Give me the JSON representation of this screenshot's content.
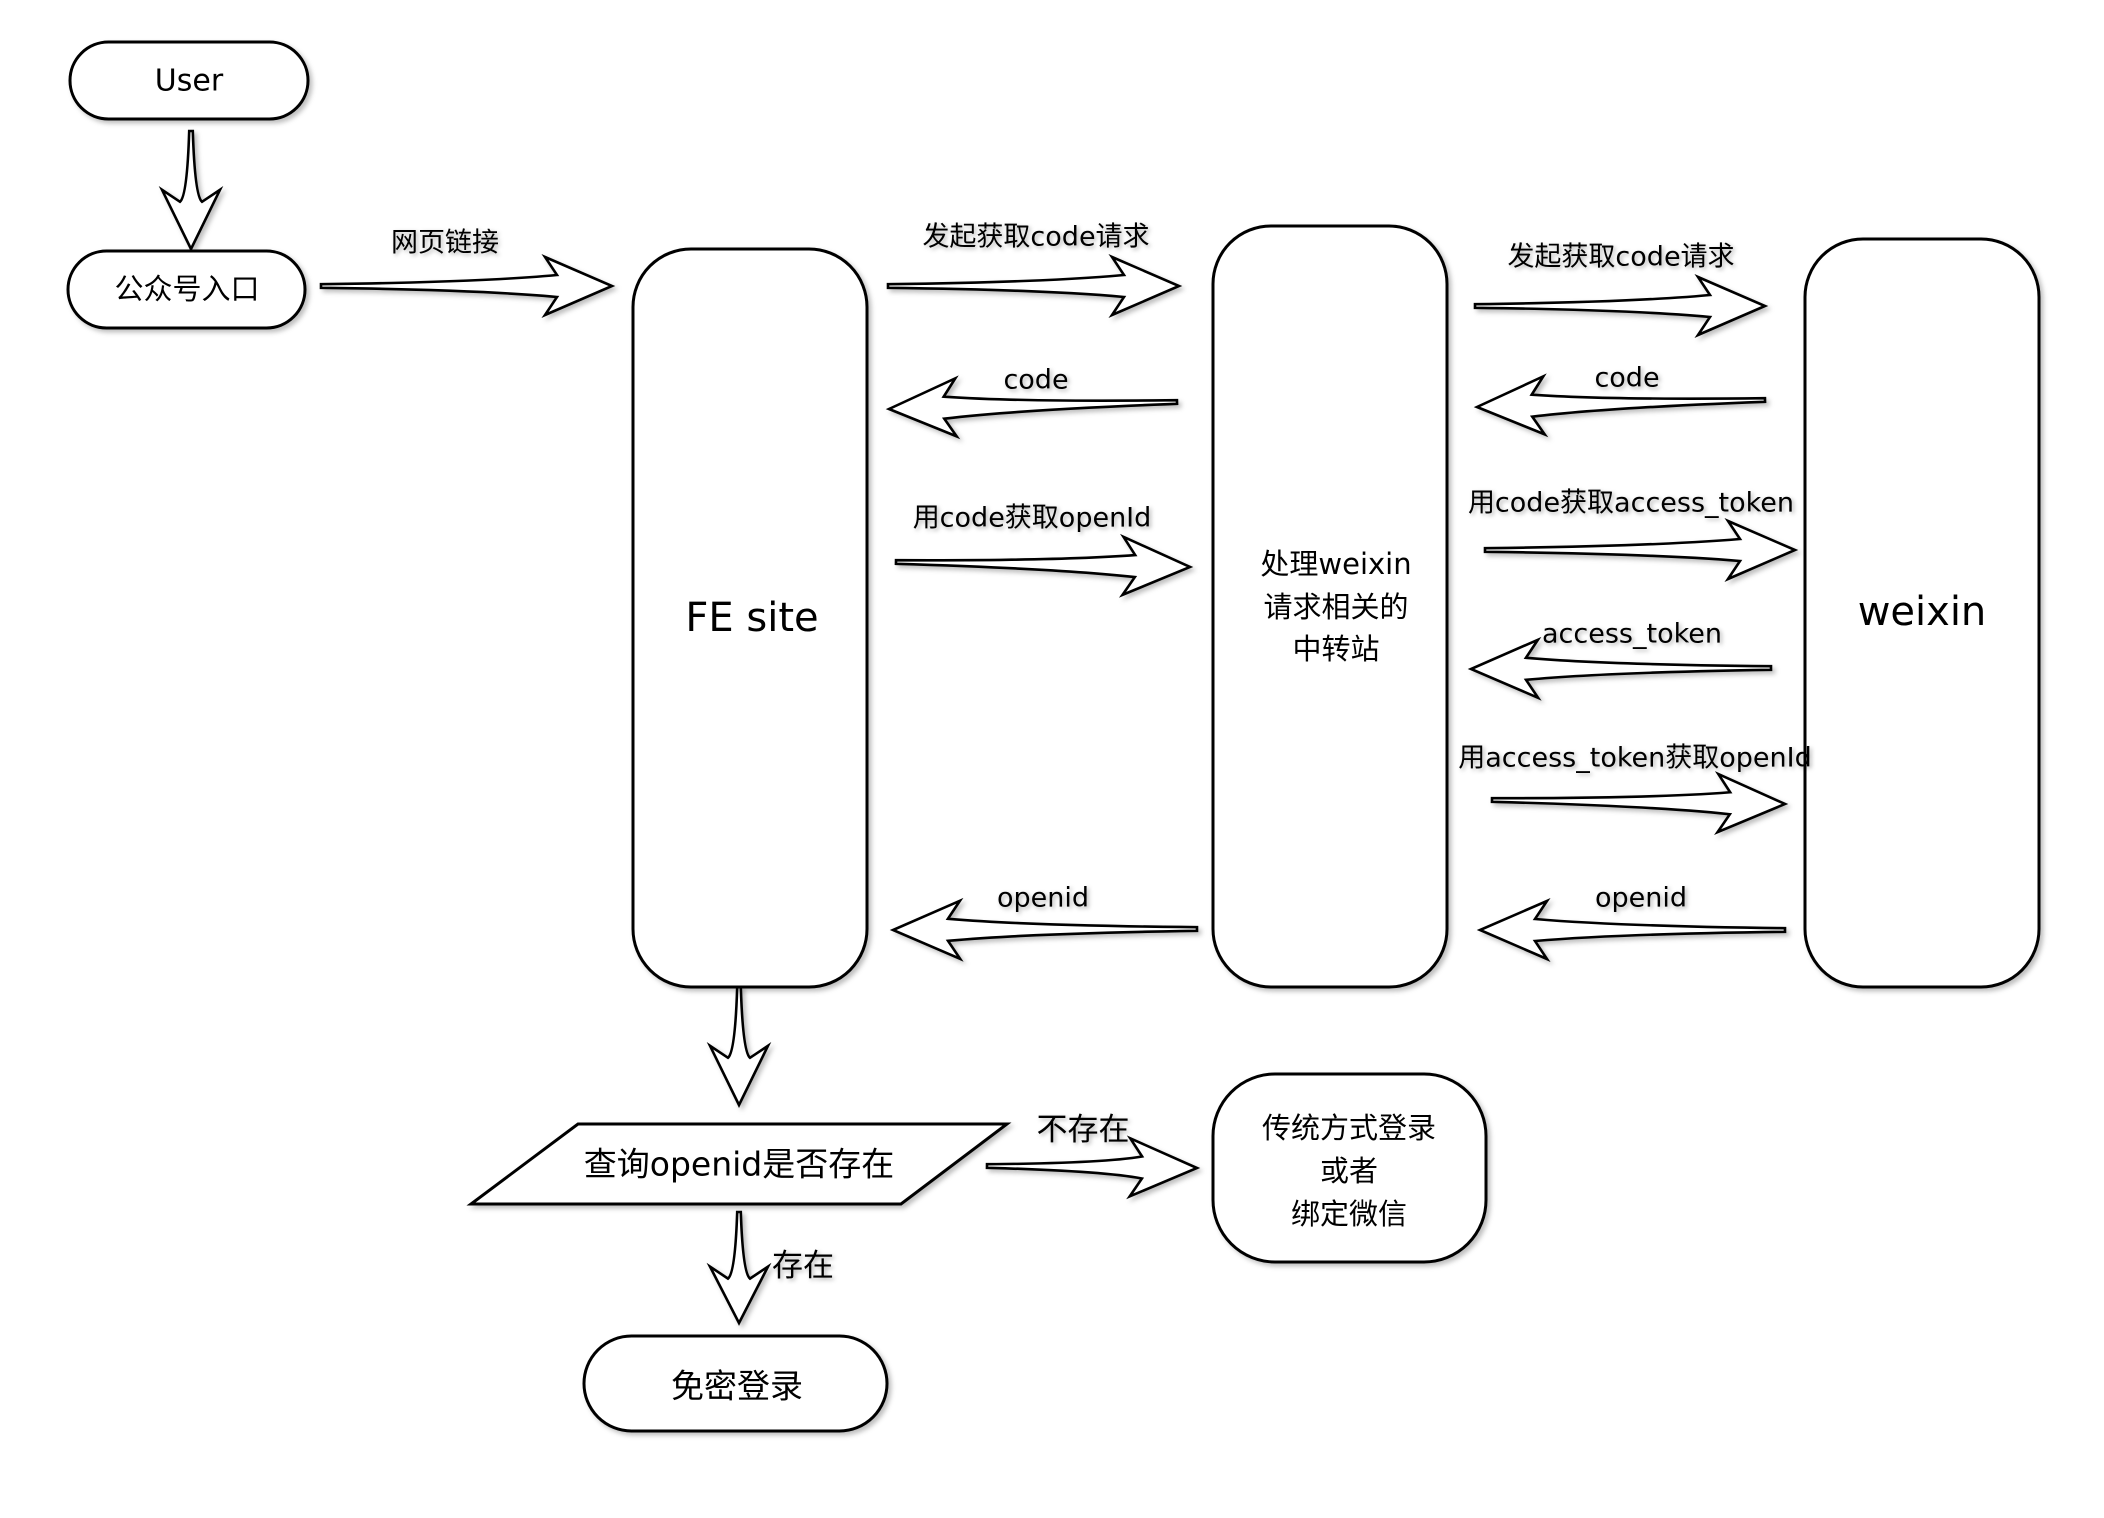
{
  "diagram": {
    "title": "微信公众号网页授权登录流程",
    "nodes": {
      "user": {
        "label": "User",
        "shape": "ellipse"
      },
      "entry": {
        "label": "公众号入口",
        "shape": "ellipse"
      },
      "fe_site": {
        "label": "FE site",
        "shape": "rounded-rect"
      },
      "relay": {
        "label_lines": [
          "处理weixin",
          "请求相关的",
          "中转站"
        ],
        "shape": "rounded-rect"
      },
      "weixin": {
        "label": "weixin",
        "shape": "rounded-rect"
      },
      "query": {
        "label": "查询openid是否存在",
        "shape": "parallelogram"
      },
      "traditional": {
        "label_lines": [
          "传统方式登录",
          "或者",
          "绑定微信"
        ],
        "shape": "rounded-rect"
      },
      "passwordless": {
        "label": "免密登录",
        "shape": "ellipse"
      }
    },
    "edges": [
      {
        "id": "user-to-entry",
        "from": "user",
        "to": "entry",
        "label": ""
      },
      {
        "id": "entry-to-fe",
        "from": "entry",
        "to": "fe_site",
        "label": "网页链接"
      },
      {
        "id": "fe-to-relay-code-request",
        "from": "fe_site",
        "to": "relay",
        "label": "发起获取code请求"
      },
      {
        "id": "relay-to-fe-code",
        "from": "relay",
        "to": "fe_site",
        "label": "code"
      },
      {
        "id": "fe-to-relay-openid-request",
        "from": "fe_site",
        "to": "relay",
        "label": "用code获取openId"
      },
      {
        "id": "relay-to-fe-openid",
        "from": "relay",
        "to": "fe_site",
        "label": "openid"
      },
      {
        "id": "relay-to-weixin-code-request",
        "from": "relay",
        "to": "weixin",
        "label": "发起获取code请求"
      },
      {
        "id": "weixin-to-relay-code",
        "from": "weixin",
        "to": "relay",
        "label": "code"
      },
      {
        "id": "relay-to-weixin-token-request",
        "from": "relay",
        "to": "weixin",
        "label": "用code获取access_token"
      },
      {
        "id": "weixin-to-relay-token",
        "from": "weixin",
        "to": "relay",
        "label": "access_token"
      },
      {
        "id": "relay-to-weixin-openid-request",
        "from": "relay",
        "to": "weixin",
        "label": "用access_token获取openId"
      },
      {
        "id": "weixin-to-relay-openid",
        "from": "weixin",
        "to": "relay",
        "label": "openid"
      },
      {
        "id": "fe-to-query",
        "from": "fe_site",
        "to": "query",
        "label": ""
      },
      {
        "id": "query-not-exists",
        "from": "query",
        "to": "traditional",
        "label": "不存在"
      },
      {
        "id": "query-exists",
        "from": "query",
        "to": "passwordless",
        "label": "存在"
      }
    ],
    "colors": {
      "stroke": "#000000",
      "fill": "#ffffff",
      "text": "#000000",
      "background": "#ffffff"
    }
  }
}
